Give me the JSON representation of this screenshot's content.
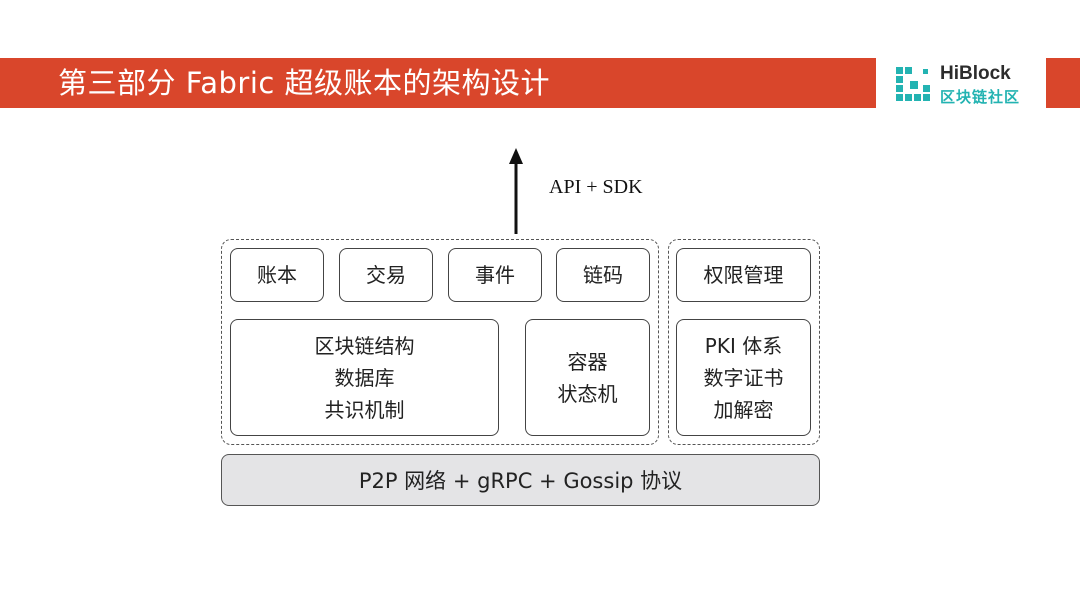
{
  "header": {
    "title": "第三部分 Fabric 超级账本的架构设计",
    "bar_color": "#d9462b",
    "logo": {
      "name": "HiBlock",
      "subtitle": "区块链社区",
      "accent_color": "#23b3b2"
    }
  },
  "diagram": {
    "top_interface": "API + SDK",
    "modules": {
      "ledger": "账本",
      "transaction": "交易",
      "event": "事件",
      "chaincode": "链码",
      "permission": "权限管理"
    },
    "blockchain_box": [
      "区块链结构",
      "数据库",
      "共识机制"
    ],
    "container_box": [
      "容器",
      "状态机"
    ],
    "pki_box": [
      "PKI 体系",
      "数字证书",
      "加解密"
    ],
    "base_layer": "P2P 网络 + gRPC + Gossip 协议"
  }
}
